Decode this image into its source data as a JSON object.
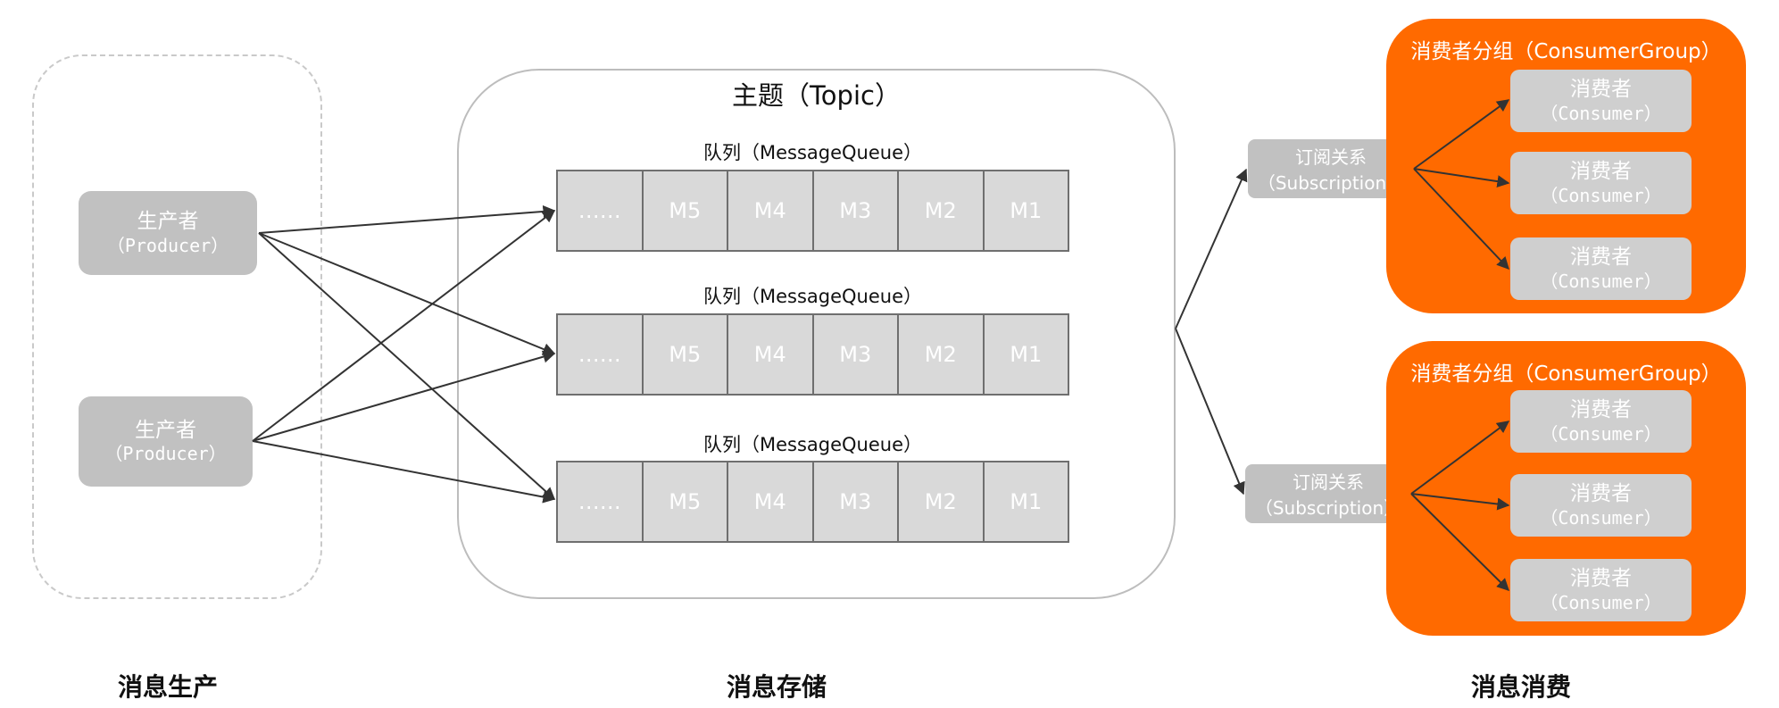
{
  "producer": {
    "line1": "生产者",
    "line2": "（Producer）"
  },
  "topic": {
    "title": "主题（Topic）"
  },
  "queue_label": "队列（MessageQueue）",
  "queue_cells": [
    "……",
    "M5",
    "M4",
    "M3",
    "M2",
    "M1"
  ],
  "subscription": {
    "line1": "订阅关系",
    "line2": "（Subscription）"
  },
  "group_title": "消费者分组（ConsumerGroup）",
  "consumer": {
    "line1": "消费者",
    "line2": "（Consumer）"
  },
  "sections": {
    "production": "消息生产",
    "storage": "消息存储",
    "consumption": "消息消费"
  },
  "colors": {
    "group": "#ff6a00",
    "box": "#c1c1c1",
    "queue": "#d9d9d9"
  }
}
